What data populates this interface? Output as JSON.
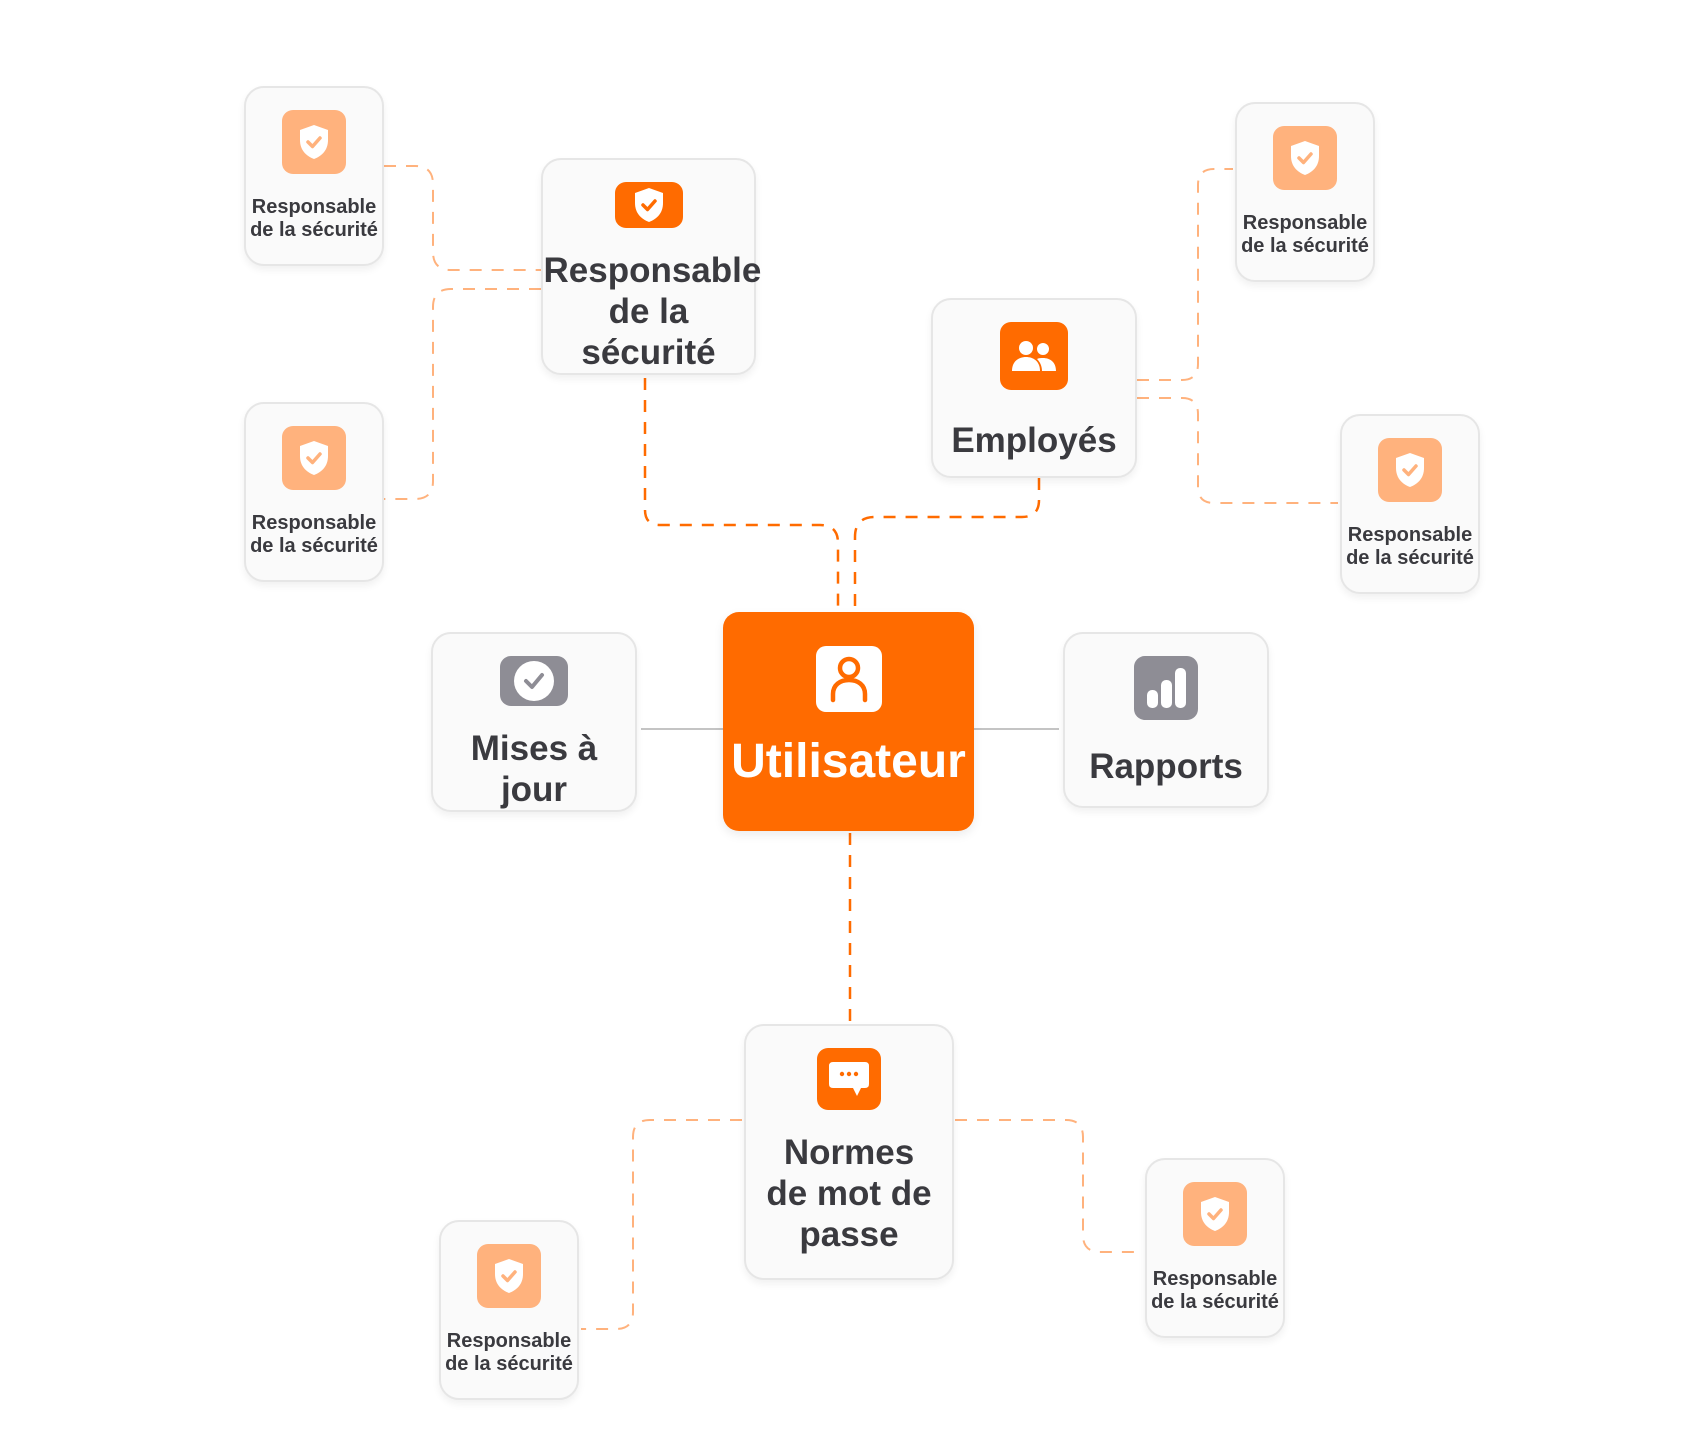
{
  "colors": {
    "accent": "#ff6b00",
    "accent_light": "#ffb27d",
    "neutral_icon": "#8e8d95",
    "text": "#3a3a3f",
    "node_bg": "#fafafa",
    "node_border": "#e6e6e6",
    "solid_link": "#c4c4c4"
  },
  "center": {
    "label": "Utilisateur",
    "icon": "user-icon"
  },
  "nodes": {
    "security_main": {
      "label": "Responsable de la sécurité",
      "icon": "shield-check-icon"
    },
    "employees": {
      "label": "Employés",
      "icon": "users-icon"
    },
    "updates": {
      "label": "Mises à jour",
      "icon": "check-circle-icon"
    },
    "reports": {
      "label": "Rapports",
      "icon": "bar-chart-icon"
    },
    "password": {
      "label": "Normes de mot de passe",
      "icon": "chat-bubble-icon"
    }
  },
  "leaves": [
    {
      "label_line1": "Responsable",
      "label_line2": "de la sécurité",
      "icon": "shield-check-icon",
      "parent": "security_main"
    },
    {
      "label_line1": "Responsable",
      "label_line2": "de la sécurité",
      "icon": "shield-check-icon",
      "parent": "security_main"
    },
    {
      "label_line1": "Responsable",
      "label_line2": "de la sécurité",
      "icon": "shield-check-icon",
      "parent": "employees"
    },
    {
      "label_line1": "Responsable",
      "label_line2": "de la sécurité",
      "icon": "shield-check-icon",
      "parent": "employees"
    },
    {
      "label_line1": "Responsable",
      "label_line2": "de la sécurité",
      "icon": "shield-check-icon",
      "parent": "password"
    },
    {
      "label_line1": "Responsable",
      "label_line2": "de la sécurité",
      "icon": "shield-check-icon",
      "parent": "password"
    }
  ]
}
